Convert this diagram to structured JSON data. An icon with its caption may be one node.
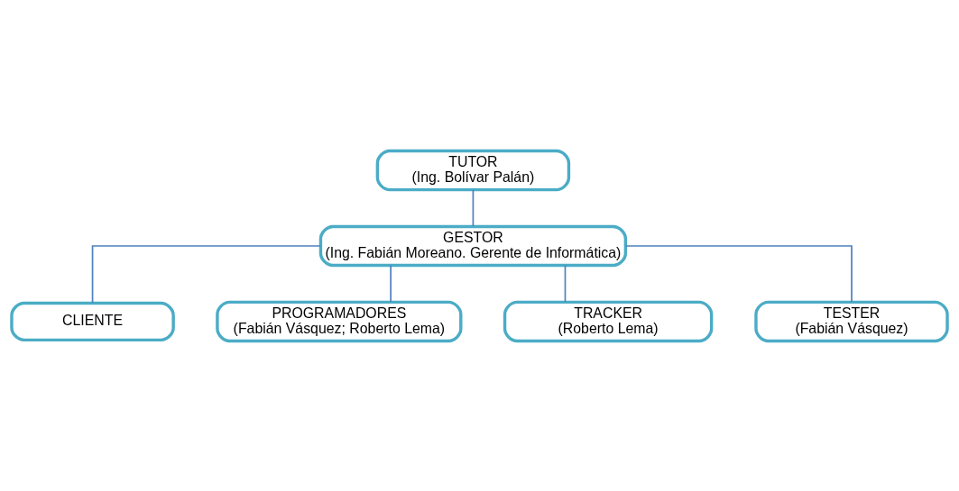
{
  "diagram": {
    "nodes": [
      {
        "text": [
          "TUTOR",
          "(Ing. Bolívar Palán)"
        ]
      },
      {
        "text": [
          "GESTOR",
          "(Ing. Fabián Moreano. Gerente de Informática)"
        ]
      },
      {
        "text": [
          "CLIENTE"
        ]
      },
      {
        "text": [
          "PROGRAMADORES",
          "(Fabián Vásquez; Roberto Lema)"
        ]
      },
      {
        "text": [
          "TRACKER",
          "(Roberto Lema)"
        ]
      },
      {
        "text": [
          "TESTER",
          "(Fabián Vásquez)"
        ]
      }
    ],
    "edges": [
      {
        "from": 0,
        "to": 1,
        "arrow": "none"
      },
      {
        "from": 1,
        "to": 2,
        "arrow": "none"
      },
      {
        "from": 1,
        "to": 3,
        "arrow": "none"
      },
      {
        "from": 1,
        "to": 4,
        "arrow": "none"
      },
      {
        "from": 1,
        "to": 5,
        "arrow": "none"
      }
    ]
  }
}
